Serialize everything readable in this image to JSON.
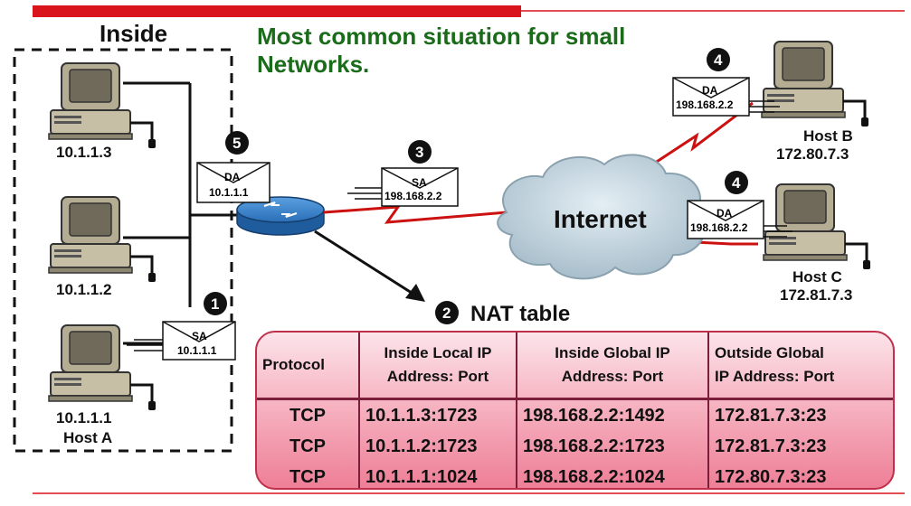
{
  "title": "Most common situation for small Networks.",
  "title_lines": [
    "Most common situation for small",
    "Networks."
  ],
  "inside_label": "Inside",
  "internet_label": "Internet",
  "hosts": {
    "inside_top": {
      "ip": "10.1.1.3"
    },
    "inside_middle": {
      "ip": "10.1.1.2"
    },
    "inside_bottom": {
      "ip": "10.1.1.1",
      "name": "Host A"
    },
    "host_b": {
      "name": "Host B",
      "ip": "172.80.7.3"
    },
    "host_c": {
      "name": "Host C",
      "ip": "172.81.7.3"
    }
  },
  "packets": {
    "p1": {
      "step": "1",
      "field": "SA",
      "address": "10.1.1.1"
    },
    "p3": {
      "step": "3",
      "field": "SA",
      "address": "198.168.2.2"
    },
    "p4b": {
      "step": "4",
      "field": "DA",
      "address": "198.168.2.2"
    },
    "p4c": {
      "step": "4",
      "field": "DA",
      "address": "198.168.2.2"
    },
    "p5": {
      "step": "5",
      "field": "DA",
      "address": "10.1.1.1"
    }
  },
  "nat": {
    "step": "2",
    "label": "NAT table",
    "headers": [
      [
        "Protocol"
      ],
      [
        "Inside Local IP",
        "Address: Port"
      ],
      [
        "Inside Global IP",
        "Address: Port"
      ],
      [
        "Outside Global",
        "IP Address: Port"
      ]
    ],
    "rows": [
      [
        "TCP",
        "10.1.1.3:1723",
        "198.168.2.2:1492",
        "172.81.7.3:23"
      ],
      [
        "TCP",
        "10.1.1.2:1723",
        "198.168.2.2:1723",
        "172.81.7.3:23"
      ],
      [
        "TCP",
        "10.1.1.1:1024",
        "198.168.2.2:1024",
        "172.80.7.3:23"
      ]
    ]
  },
  "colors": {
    "title": "#1a6b1a",
    "accent_bar": "#d9141b",
    "link": "#cc1111",
    "cloud": "#b7c9d4",
    "router": "#2a6fb8",
    "table_border": "#7a1e3c"
  }
}
